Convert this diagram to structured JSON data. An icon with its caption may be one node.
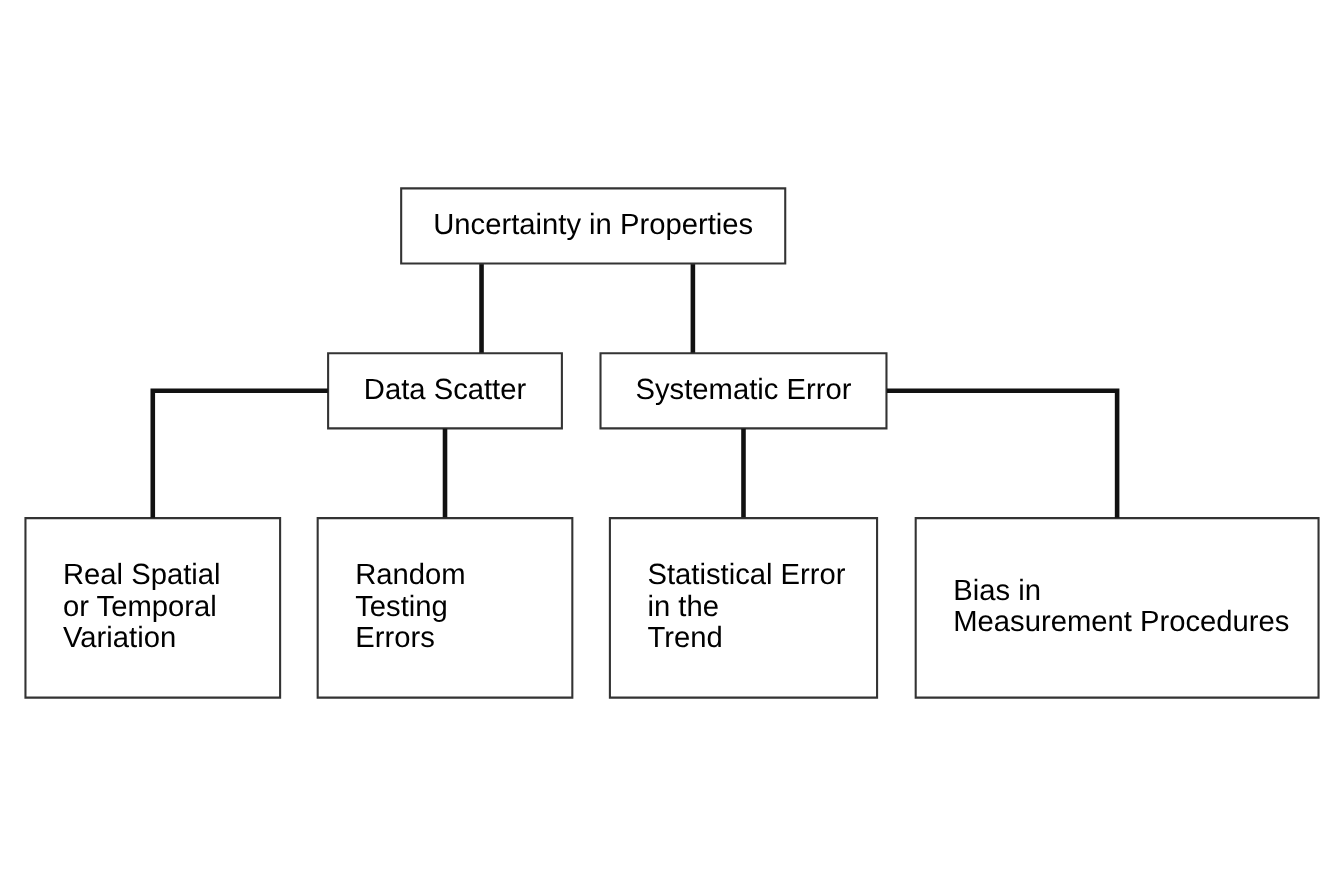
{
  "diagram": {
    "nodes": [
      {
        "text": [
          "Uncertainty in Properties"
        ]
      },
      {
        "text": [
          "Data Scatter"
        ]
      },
      {
        "text": [
          "Systematic Error"
        ]
      },
      {
        "text": [
          "Real Spatial or Temporal Variation"
        ]
      },
      {
        "text": [
          "Random Testing Errors"
        ]
      },
      {
        "text": [
          "Statistical Error in the Trend"
        ]
      },
      {
        "text": [
          "Bias in Measurement Procedures"
        ]
      }
    ],
    "edges": [
      {
        "from": 0,
        "to": 1,
        "arrow": "none"
      },
      {
        "from": 0,
        "to": 2,
        "arrow": "none"
      },
      {
        "from": 1,
        "to": 3,
        "arrow": "none"
      },
      {
        "from": 1,
        "to": 4,
        "arrow": "none"
      },
      {
        "from": 2,
        "to": 5,
        "arrow": "none"
      },
      {
        "from": 2,
        "to": 6,
        "arrow": "none"
      }
    ]
  }
}
